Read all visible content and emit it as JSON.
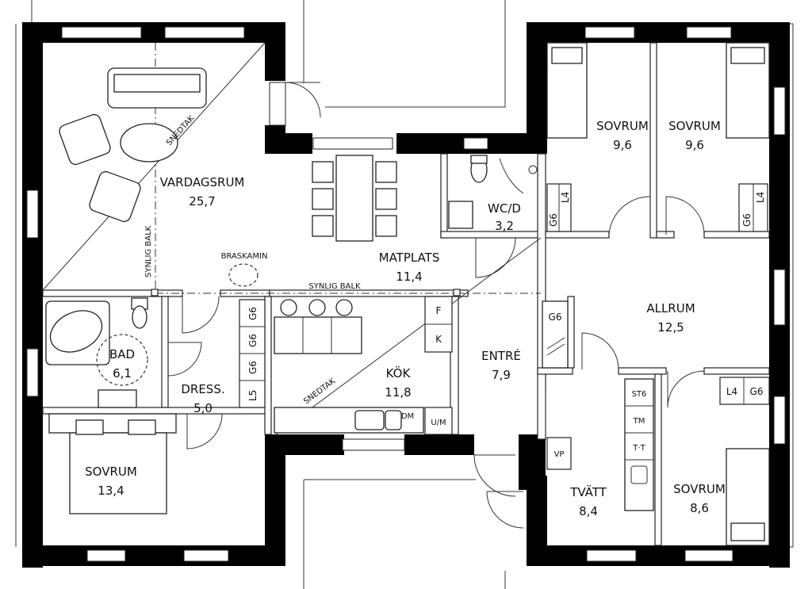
{
  "rooms": {
    "vardagsrum": {
      "name": "VARDAGSRUM",
      "area": "25,7"
    },
    "matplats": {
      "name": "MATPLATS",
      "area": "11,4"
    },
    "wc": {
      "name": "WC/D",
      "area": "3,2"
    },
    "sovrum1": {
      "name": "SOVRUM",
      "area": "9,6"
    },
    "sovrum2": {
      "name": "SOVRUM",
      "area": "9,6"
    },
    "allrum": {
      "name": "ALLRUM",
      "area": "12,5"
    },
    "bad": {
      "name": "BAD",
      "area": "6,1"
    },
    "dress": {
      "name": "DRESS.",
      "area": "5,0"
    },
    "kok": {
      "name": "KÖK",
      "area": "11,8"
    },
    "entre": {
      "name": "ENTRÉ",
      "area": "7,9"
    },
    "sovrum3": {
      "name": "SOVRUM",
      "area": "13,4"
    },
    "tvatt": {
      "name": "TVÄTT",
      "area": "8,4"
    },
    "sovrum4": {
      "name": "SOVRUM",
      "area": "8,6"
    }
  },
  "annotations": {
    "snedtak_1": "SNEDTAK",
    "snedtak_2": "SNEDTAK",
    "synlig_balk_1": "SYNLIG BALK",
    "synlig_balk_2": "SYNLIG BALK",
    "braskamin": "BRASKAMIN"
  },
  "storage": {
    "g6_a": "G6",
    "g6_b": "G6",
    "g6_c": "G6",
    "l5": "L5",
    "g6_wc": "G6",
    "l4_wc": "L4",
    "g6_s2": "G6",
    "l4_s2": "L4",
    "g6_entre": "G6",
    "l4_s4": "L4",
    "g6_s4": "G6",
    "f": "F",
    "k": "K",
    "dm": "DM",
    "um": "U/M",
    "st6": "ST6",
    "tm": "TM",
    "tt": "T·T",
    "vp": "VP"
  },
  "colors": {
    "wall": "#000000",
    "line": "#222222",
    "background": "#ffffff"
  }
}
